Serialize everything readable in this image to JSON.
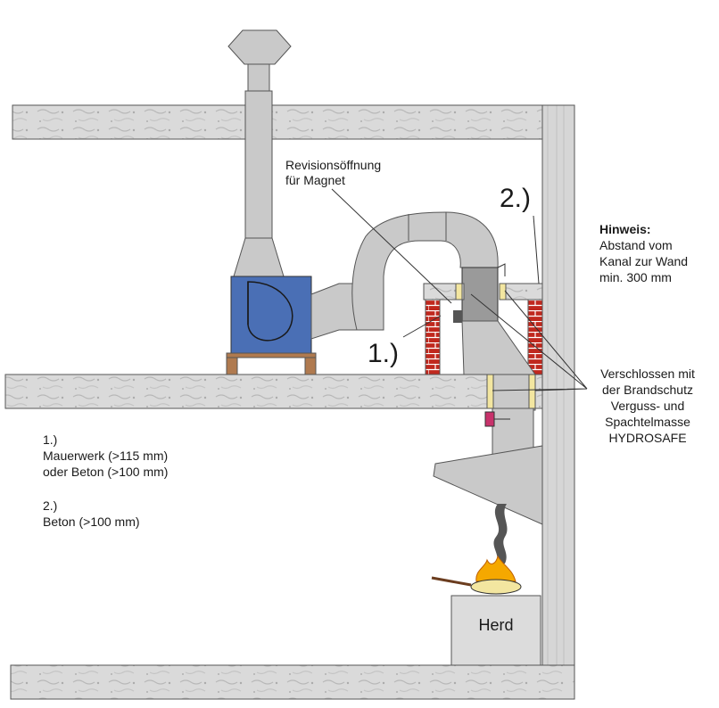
{
  "labels": {
    "revision_line1": "Revisionsöffnung",
    "revision_line2": "für Magnet",
    "marker_1": "1.)",
    "marker_2": "2.)",
    "hint_title": "Hinweis:",
    "hint_line1": "Abstand vom",
    "hint_line2": "Kanal zur Wand",
    "hint_line3": "min. 300 mm",
    "sealed_line1": "Verschlossen mit",
    "sealed_line2": "der Brandschutz",
    "sealed_line3": "Verguss- und",
    "sealed_line4": "Spachtelmasse",
    "sealed_line5": "HYDROSAFE",
    "legend_1_num": "1.)",
    "legend_1_line1": "Mauerwerk (>115 mm)",
    "legend_1_line2": "oder Beton (>100 mm)",
    "legend_2_num": "2.)",
    "legend_2_line1": "Beton (>100 mm)",
    "stove": "Herd"
  },
  "colors": {
    "concrete": "#d8d8d8",
    "duct": "#c9c9c9",
    "fan": "#4a6fb5",
    "brick": "#c0281e",
    "sealant": "#f3e6a0",
    "flame": "#f5a800",
    "stand": "#b07a4f"
  }
}
